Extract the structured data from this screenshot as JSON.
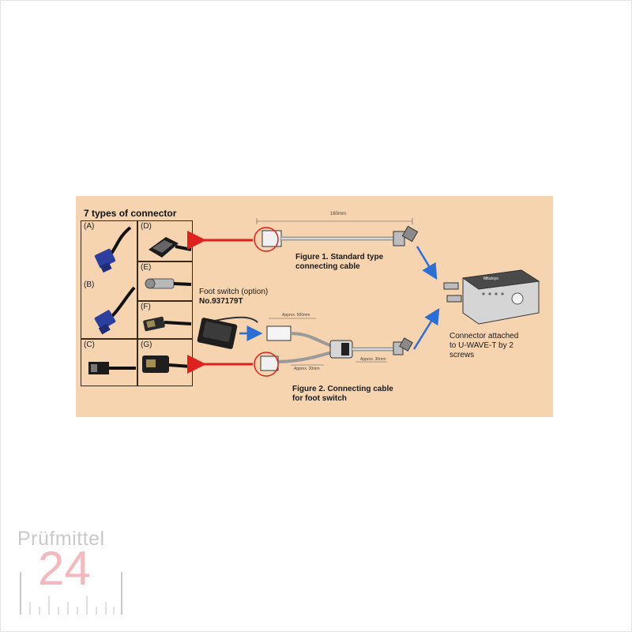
{
  "heading": "7 types of connector",
  "connectors": [
    {
      "letter": "(A)"
    },
    {
      "letter": "(D)"
    },
    {
      "letter": "(E)"
    },
    {
      "letter": "(B)"
    },
    {
      "letter": "(F)"
    },
    {
      "letter": "(C)"
    },
    {
      "letter": "(G)"
    }
  ],
  "dimension_160": "160mm",
  "dimension_approx_500": "Approx. 500mm",
  "dimension_approx_30_a": "Approx. 30mm",
  "dimension_approx_30_b": "Approx. 30mm",
  "figure1": {
    "line1": "Figure 1. Standard type",
    "line2": "connecting cable"
  },
  "figure2": {
    "line1": "Figure 2. Connecting cable",
    "line2": "for foot switch"
  },
  "foot_switch": {
    "line1": "Foot switch (option)",
    "line2": "No.937179T"
  },
  "connector_attached": {
    "line1": "Connector attached",
    "line2": "to U-WAVE-T by 2",
    "line3": "screws"
  },
  "device_brand": "Mitutoyo",
  "logo": {
    "line1": "Prüfmittel",
    "line2": "24"
  },
  "colors": {
    "panel": "#f6d4b0",
    "red_arrow": "#e0201c",
    "blue_arrow": "#2b6fd6",
    "connector_blue": "#2d3f9e",
    "logo_gray": "#c9c9c9",
    "logo_pink": "#f4b8bf"
  }
}
